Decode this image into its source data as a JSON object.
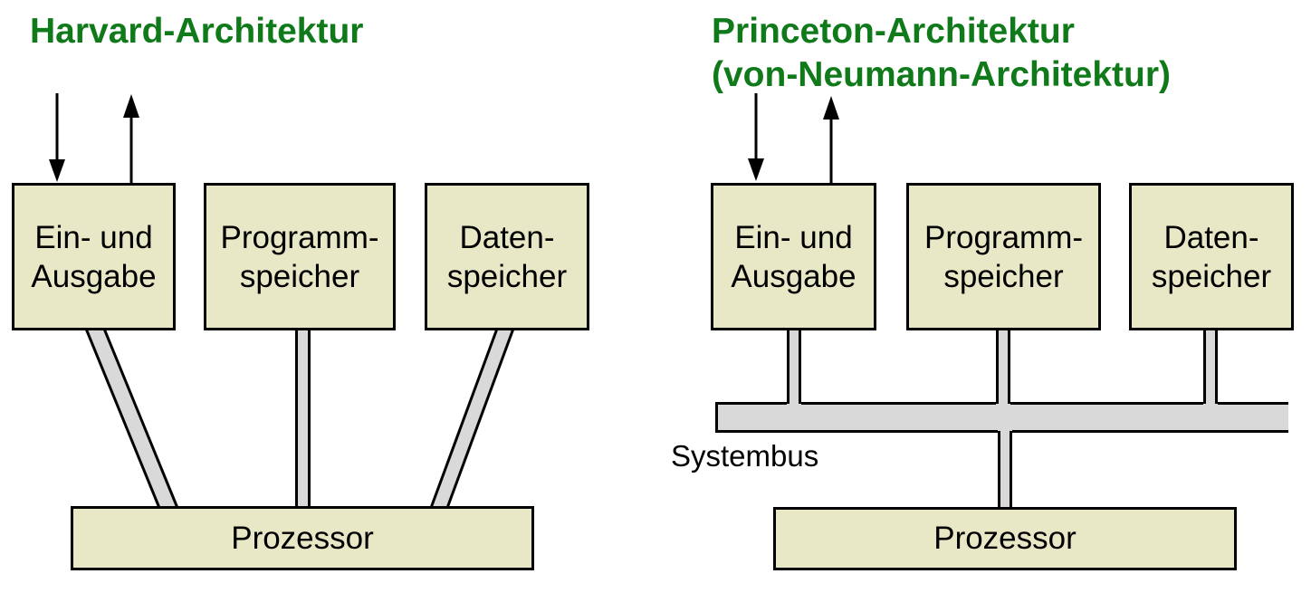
{
  "colors": {
    "title_green": "#107a1a",
    "box_fill": "#e8e8c6",
    "box_border": "#000000",
    "connector_gray": "#d9d9d9",
    "background": "#ffffff"
  },
  "harvard": {
    "title": "Harvard-Architektur",
    "boxes": [
      {
        "line1": "Ein- und",
        "line2": "Ausgabe"
      },
      {
        "line1": "Programm-",
        "line2": "speicher"
      },
      {
        "line1": "Daten-",
        "line2": "speicher"
      }
    ],
    "processor_label": "Prozessor"
  },
  "princeton": {
    "title_line1": "Princeton-Architektur",
    "title_line2": "(von-Neumann-Architektur)",
    "boxes": [
      {
        "line1": "Ein- und",
        "line2": "Ausgabe"
      },
      {
        "line1": "Programm-",
        "line2": "speicher"
      },
      {
        "line1": "Daten-",
        "line2": "speicher"
      }
    ],
    "bus_label": "Systembus",
    "processor_label": "Prozessor"
  }
}
